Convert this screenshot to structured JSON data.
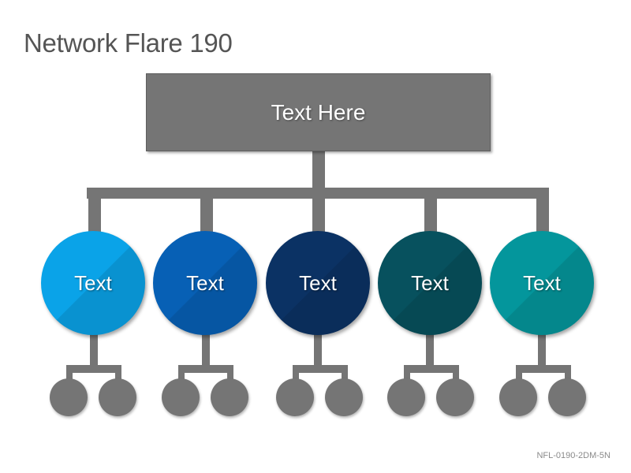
{
  "title": "Network Flare 190",
  "top_box": {
    "label": "Text Here",
    "color": "#757575"
  },
  "connector_color": "#757575",
  "nodes": [
    {
      "label": "Text",
      "color": "#0aa3e8"
    },
    {
      "label": "Text",
      "color": "#0760b5"
    },
    {
      "label": "Text",
      "color": "#0b3264"
    },
    {
      "label": "Text",
      "color": "#07515e"
    },
    {
      "label": "Text",
      "color": "#04969c"
    }
  ],
  "leaf_color": "#757575",
  "footer_code": "NFL-0190-2DM-5N"
}
